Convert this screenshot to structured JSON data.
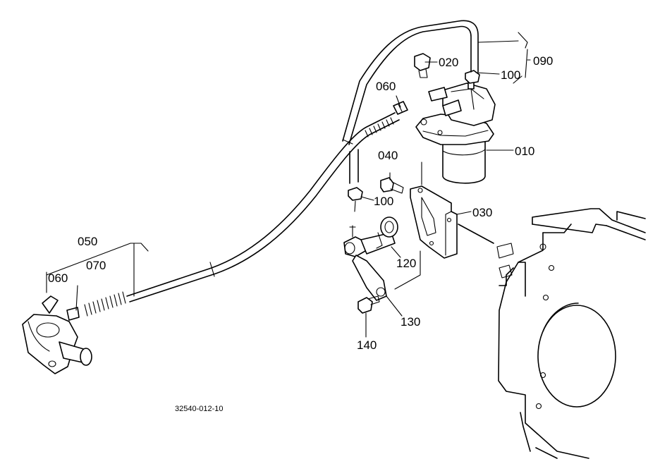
{
  "labels": {
    "p010": "010",
    "p020": "020",
    "p030": "030",
    "p040": "040",
    "p050": "050",
    "p060_top": "060",
    "p060_left": "060",
    "p070": "070",
    "p090": "090",
    "p100_top": "100",
    "p100_mid": "100",
    "p120": "120",
    "p130": "130",
    "p140": "140"
  },
  "drawing_code": "32540-012-10"
}
